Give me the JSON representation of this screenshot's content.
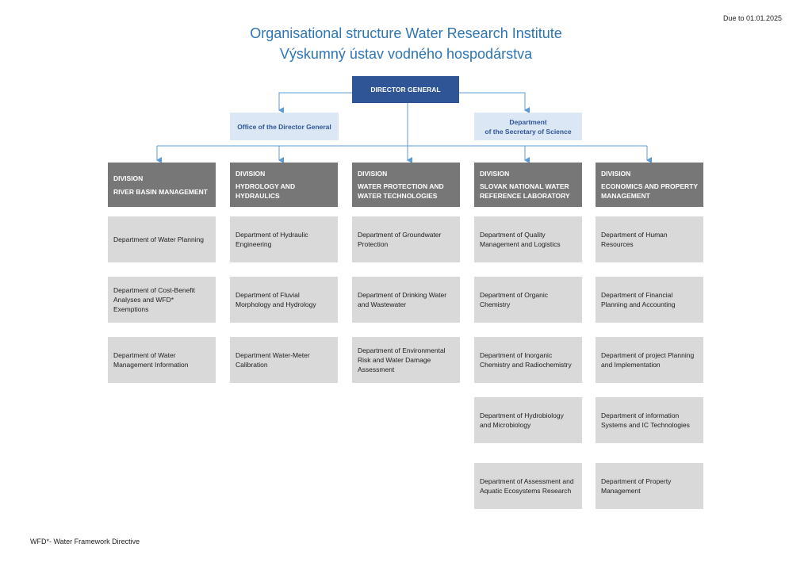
{
  "header": {
    "due_date": "Due to 01.01.2025"
  },
  "title": {
    "line1": "Organisational structure Water Research Institute",
    "line2": "Výskumný ústav vodného hospodárstva"
  },
  "director": "DIRECTOR GENERAL",
  "offices": [
    {
      "line1": "Office of the Director General",
      "line2": ""
    },
    {
      "line1": "Department",
      "line2": "of the Secretary of Science"
    }
  ],
  "divisions": [
    {
      "label": "DIVISION",
      "name": "RIVER BASIN MANAGEMENT",
      "name2": "",
      "departments": [
        "Department of Water Planning",
        "Department of Cost-Benefit Analyses and WFD* Exemptions",
        "Department of Water Management Information"
      ]
    },
    {
      "label": "DIVISION",
      "name": "HYDROLOGY AND",
      "name2": "HYDRAULICS",
      "departments": [
        "Department of Hydraulic Engineering",
        "Department of Fluvial Morphology and Hydrology",
        "Department Water-Meter Calibration"
      ]
    },
    {
      "label": "DIVISION",
      "name": "WATER PROTECTION AND",
      "name2": "WATER TECHNOLOGIES",
      "departments": [
        "Department of Groundwater Protection",
        "Department of Drinking Water and Wastewater",
        "Department of Environmental Risk and Water Damage Assessment"
      ]
    },
    {
      "label": "DIVISION",
      "name": "SLOVAK NATIONAL WATER",
      "name2": "REFERENCE LABORATORY",
      "departments": [
        "Department of Quality Management and Logistics",
        "Department of Organic Chemistry",
        "Department of Inorganic Chemistry and Radiochemistry",
        "Department of Hydrobiology and Microbiology",
        "Department of Assessment and Aquatic Ecosystems Research"
      ]
    },
    {
      "label": "DIVISION",
      "name": "ECONOMICS AND PROPERTY",
      "name2": "MANAGEMENT",
      "departments": [
        "Department of Human Resources",
        "Department of Financial Planning and Accounting",
        "Department of project Planning and Implementation",
        "Department of information Systems and IC Technologies",
        "Department of Property Management"
      ]
    }
  ],
  "footnote": "WFD*- Water Framework Directive",
  "colors": {
    "title": "#2e75b6",
    "director": "#2f5597",
    "office": "#dbe7f5",
    "division": "#777777",
    "department": "#d9d9d9",
    "connector": "#5b9bd5"
  }
}
